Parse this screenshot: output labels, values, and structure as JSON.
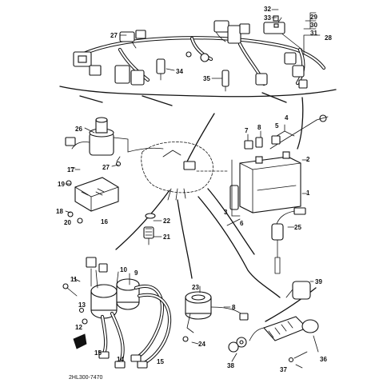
{
  "diagram": {
    "code": "2HL300-7470",
    "part_numbers": [
      "1",
      "2",
      "3",
      "4",
      "5",
      "6",
      "7",
      "8",
      "9",
      "10",
      "11",
      "12",
      "13",
      "14",
      "15",
      "16",
      "17",
      "18",
      "19",
      "20",
      "21",
      "22",
      "23",
      "24",
      "25",
      "26",
      "27",
      "28",
      "29",
      "30",
      "31",
      "32",
      "33",
      "34",
      "35",
      "36",
      "37",
      "38",
      "39"
    ]
  }
}
